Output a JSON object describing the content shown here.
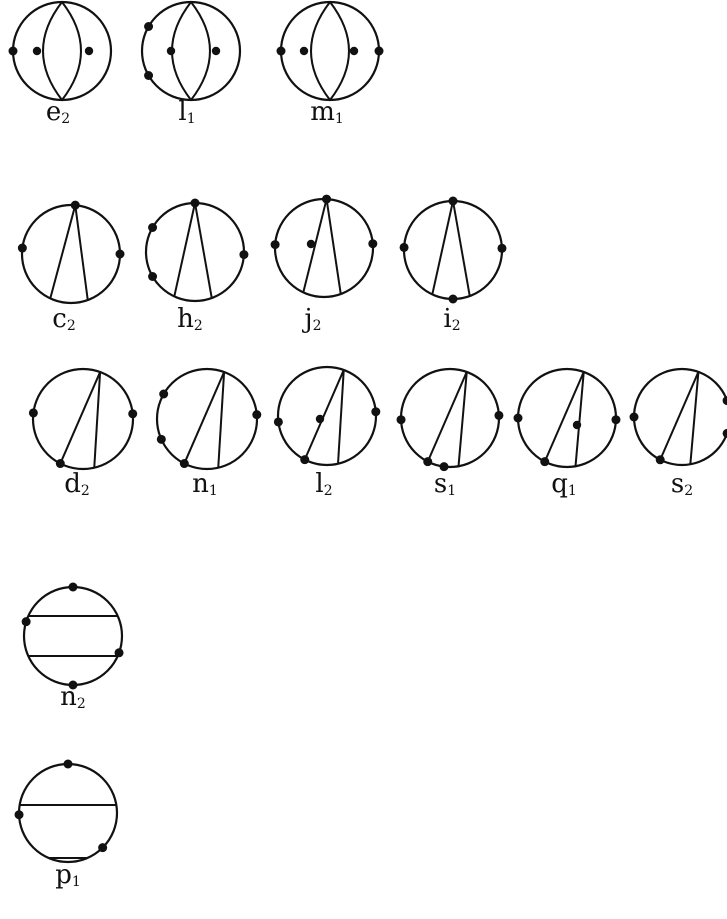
{
  "diagrams": [
    {
      "id": "e2",
      "label": "e",
      "sub": "2"
    },
    {
      "id": "l1",
      "label": "l",
      "sub": "1"
    },
    {
      "id": "m1",
      "label": "m",
      "sub": "1"
    },
    {
      "id": "c2",
      "label": "c",
      "sub": "2"
    },
    {
      "id": "h2",
      "label": "h",
      "sub": "2"
    },
    {
      "id": "j2",
      "label": "j",
      "sub": "2"
    },
    {
      "id": "i2",
      "label": "i",
      "sub": "2"
    },
    {
      "id": "d2",
      "label": "d",
      "sub": "2"
    },
    {
      "id": "n1",
      "label": "n",
      "sub": "1"
    },
    {
      "id": "l2",
      "label": "l",
      "sub": "2"
    },
    {
      "id": "s1",
      "label": "s",
      "sub": "1"
    },
    {
      "id": "q1",
      "label": "q",
      "sub": "1"
    },
    {
      "id": "s2",
      "label": "s",
      "sub": "2"
    },
    {
      "id": "n2",
      "label": "n",
      "sub": "2"
    },
    {
      "id": "p1",
      "label": "p",
      "sub": "1"
    }
  ]
}
